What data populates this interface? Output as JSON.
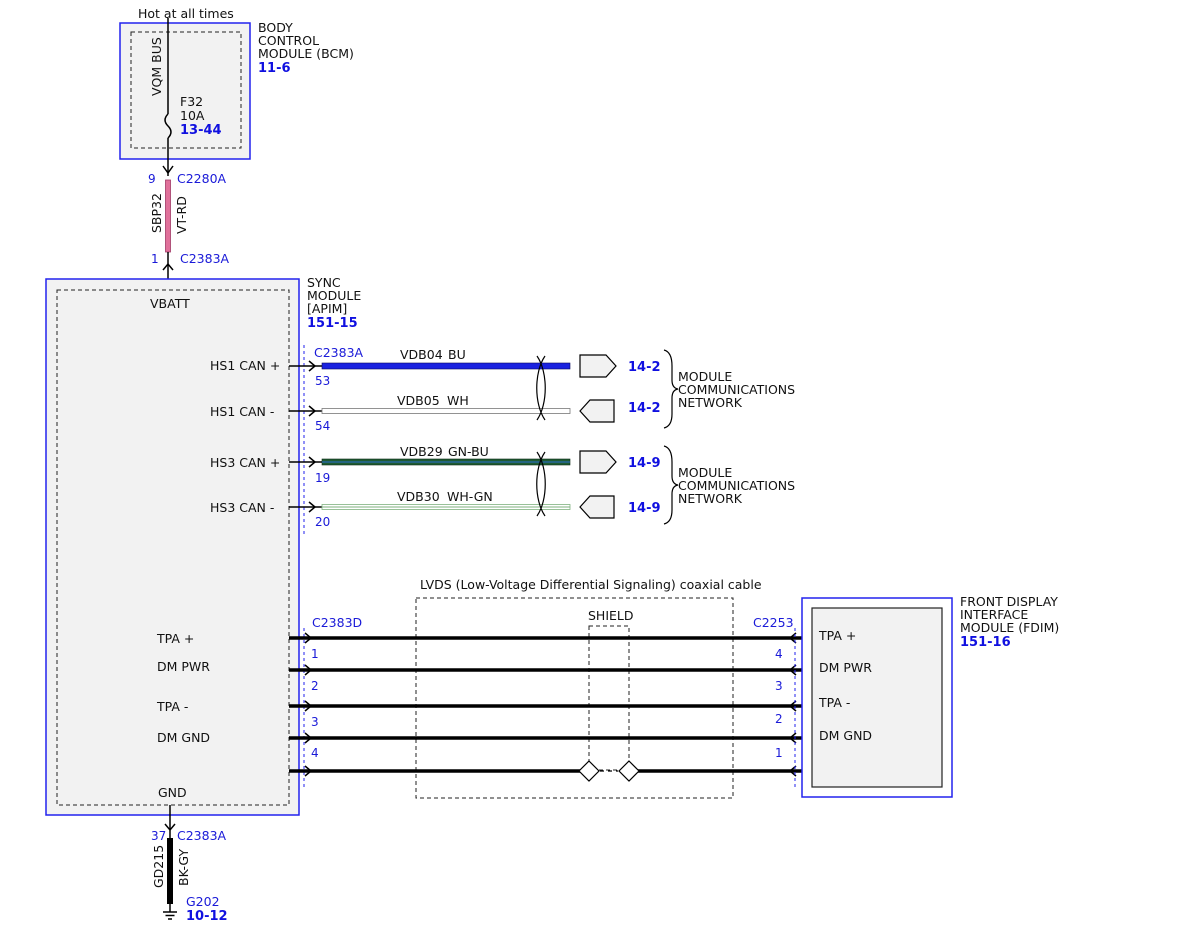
{
  "colors": {
    "module_border": "#2222ee",
    "module_fill": "#f2f2f2",
    "ref_blue": "#1010e0",
    "wire_vt_rd": "#e0709a",
    "wire_bu": "#1a22e0",
    "wire_gn_bu": "#1f5a32",
    "wire_wh_gn": "#7fb27f",
    "wire_bk": "#000000"
  },
  "bcm": {
    "title_lines": [
      "BODY",
      "CONTROL",
      "MODULE (BCM)"
    ],
    "ref": "11-6",
    "power_label": "Hot at all times",
    "bus_label": "VQM BUS",
    "fuse_name": "F32",
    "fuse_rating": "10A",
    "fuse_ref": "13-44"
  },
  "feed": {
    "pin_top": "9",
    "connector_top": "C2280A",
    "circuit": "SBP32",
    "color": "VT-RD",
    "pin_bottom": "1",
    "connector_bottom": "C2383A"
  },
  "sync": {
    "title_lines": [
      "SYNC",
      "MODULE",
      "[APIM]"
    ],
    "ref": "151-15",
    "vbatt": "VBATT",
    "gnd": "GND",
    "can_connector": "C2383A",
    "can_pins": [
      {
        "label": "HS1 CAN +",
        "pin": "53",
        "circuit": "VDB04",
        "color": "BU",
        "ref": "14-2"
      },
      {
        "label": "HS1 CAN -",
        "pin": "54",
        "circuit": "VDB05",
        "color": "WH",
        "ref": "14-2"
      },
      {
        "label": "HS3 CAN +",
        "pin": "19",
        "circuit": "VDB29",
        "color": "GN-BU",
        "ref": "14-9"
      },
      {
        "label": "HS3 CAN -",
        "pin": "20",
        "circuit": "VDB30",
        "color": "WH-GN",
        "ref": "14-9"
      }
    ],
    "lvds_connector": "C2383D",
    "lvds_pins": [
      {
        "label": "TPA +",
        "pin": "1"
      },
      {
        "label": "DM PWR",
        "pin": "2"
      },
      {
        "label": "TPA -",
        "pin": "3"
      },
      {
        "label": "DM GND",
        "pin": "4"
      }
    ]
  },
  "network_label_lines": [
    "MODULE",
    "COMMUNICATIONS",
    "NETWORK"
  ],
  "lvds": {
    "label": "LVDS (Low-Voltage Differential Signaling) coaxial cable",
    "shield": "SHIELD"
  },
  "fdim": {
    "title_lines": [
      "FRONT DISPLAY",
      "INTERFACE",
      "MODULE (FDIM)"
    ],
    "ref": "151-16",
    "connector": "C2253",
    "pins": [
      {
        "label": "TPA +",
        "pin": "4"
      },
      {
        "label": "DM PWR",
        "pin": "3"
      },
      {
        "label": "TPA -",
        "pin": "2"
      },
      {
        "label": "DM GND",
        "pin": "1"
      }
    ]
  },
  "ground": {
    "pin": "37",
    "connector": "C2383A",
    "circuit": "GD215",
    "color": "BK-GY",
    "ground_id": "G202",
    "ref": "10-12"
  }
}
